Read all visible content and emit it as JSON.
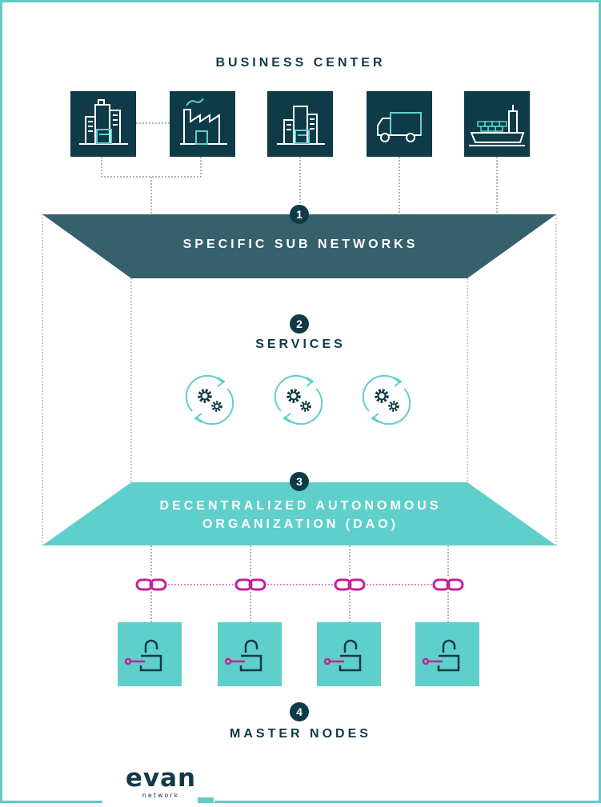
{
  "diagram": {
    "title": "BUSINESS CENTER",
    "layers": [
      {
        "step": "1",
        "label": "SPECIFIC SUB NETWORKS"
      },
      {
        "step": "2",
        "label": "SERVICES"
      },
      {
        "step": "3",
        "label_line1": "DECENTRALIZED AUTONOMOUS",
        "label_line2": "ORGANIZATION (DAO)"
      },
      {
        "step": "4",
        "label": "MASTER NODES"
      }
    ],
    "business_icons": [
      "office-buildings-icon",
      "factory-icon",
      "office-buildings-icon",
      "delivery-truck-icon",
      "cargo-ship-icon"
    ],
    "service_icons": [
      "gears-cycle-icon",
      "gears-cycle-icon",
      "gears-cycle-icon"
    ],
    "node_icons": [
      "unlock-key-icon",
      "unlock-key-icon",
      "unlock-key-icon",
      "unlock-key-icon"
    ],
    "link_icons": [
      "chain-link-icon",
      "chain-link-icon",
      "chain-link-icon",
      "chain-link-icon"
    ]
  },
  "logo": {
    "brand": "evan",
    "sub": "network"
  },
  "colors": {
    "dark": "#0f3a47",
    "slate": "#36606b",
    "teal": "#5fcfcb",
    "magenta": "#c4209a",
    "frame": "#62ccc7"
  }
}
